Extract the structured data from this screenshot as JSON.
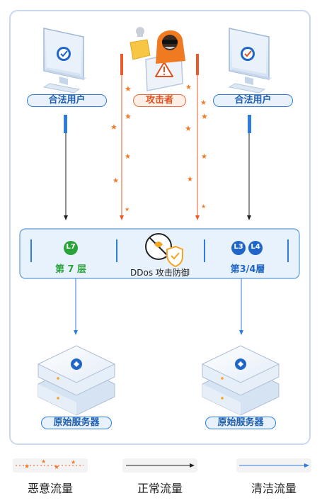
{
  "users": [
    {
      "label": "合法用户"
    },
    {
      "label": "合法用户"
    }
  ],
  "attacker": {
    "label": "攻击者"
  },
  "defense": {
    "l7": {
      "badge": "L7",
      "label": "第 7 层"
    },
    "ddos": {
      "label": "DDos 攻击防御"
    },
    "l34": {
      "badges": [
        "L3",
        "L4"
      ],
      "label": "第3/4層"
    }
  },
  "servers": [
    {
      "label": "原始服务器"
    },
    {
      "label": "原始服务器"
    }
  ],
  "legend": [
    {
      "label": "恶意流量",
      "style": "malicious"
    },
    {
      "label": "正常流量",
      "style": "normal"
    },
    {
      "label": "清洁流量",
      "style": "clean"
    }
  ],
  "colors": {
    "malicious": "#ec5a2a",
    "normal": "#222222",
    "clean": "#2f7dd8",
    "layer7": "#2aa43a",
    "accent_blue": "#1f66c8"
  }
}
